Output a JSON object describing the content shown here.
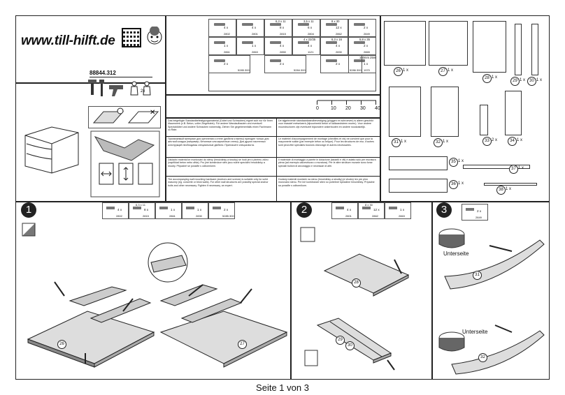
{
  "logo": {
    "text": "www.till-hilft.de"
  },
  "article_number": "88844.312",
  "hardware": [
    {
      "code": "2802",
      "qty": "4 x"
    },
    {
      "code": "2801",
      "qty": "4 x"
    },
    {
      "code": "2815",
      "qty": "8 x",
      "size": "6,3 x 11"
    },
    {
      "code": "2804",
      "qty": "6 x",
      "size": "3,5 x 11"
    },
    {
      "code": "2862",
      "qty": "12 x",
      "size": "8 x 30"
    },
    {
      "code": "2849",
      "qty": "2 x"
    },
    {
      "code": "2861",
      "qty": "1 x"
    },
    {
      "code": "2863",
      "qty": "1 x"
    },
    {
      "code": "2850",
      "qty": "4 x"
    },
    {
      "code": "1121",
      "qty": "4 x",
      "size": "4 x 22/25"
    },
    {
      "code": "2830",
      "qty": "4 x",
      "size": "6,3 x 16"
    },
    {
      "code": "2865",
      "qty": "2 x",
      "size": "5,8 x 35"
    },
    {
      "code": "1970",
      "qty": "1 x",
      "size": "160mm 25ml"
    },
    {
      "code": "5285.300",
      "qty": "2 x"
    },
    {
      "code": "5284.300",
      "qty": "2 x"
    },
    {
      "code": "5286.300",
      "qty": "2 x"
    }
  ],
  "ruler": {
    "ticks": [
      "0",
      "10",
      "20",
      "30",
      "40"
    ]
  },
  "parts": [
    {
      "num": "26",
      "qty": "1 x"
    },
    {
      "num": "27",
      "qty": "1 x"
    },
    {
      "num": "28",
      "qty": "1 x"
    },
    {
      "num": "29",
      "qty": "1 x"
    },
    {
      "num": "30",
      "qty": "1 x"
    },
    {
      "num": "31",
      "qty": "1 x"
    },
    {
      "num": "32",
      "qty": "1 x"
    },
    {
      "num": "33",
      "qty": "2 x"
    },
    {
      "num": "34",
      "qty": "1 x"
    },
    {
      "num": "35",
      "qty": "1 x"
    },
    {
      "num": "36",
      "qty": "1 x"
    },
    {
      "num": "37",
      "qty": "1 x"
    },
    {
      "num": "38",
      "qty": "1 x"
    }
  ],
  "steps": [
    {
      "num": "1"
    },
    {
      "num": "2"
    },
    {
      "num": "3"
    }
  ],
  "step1_hw": [
    {
      "code": "2802",
      "qty": "4 x"
    },
    {
      "code": "2815",
      "qty": "8 x",
      "size": "6,3 x 11"
    },
    {
      "code": "2861",
      "qty": "1 x"
    },
    {
      "code": "2830",
      "qty": "1 x"
    },
    {
      "code": "5285.300",
      "qty": "2 x"
    }
  ],
  "step2_hw": [
    {
      "code": "2801",
      "qty": "4 x"
    },
    {
      "code": "2862",
      "qty": "12 x",
      "size": "8 x 30"
    },
    {
      "code": "2863",
      "qty": "1 x"
    }
  ],
  "step3_hw": [
    {
      "code": "2849",
      "qty": "2 x"
    }
  ],
  "labels": {
    "underside_1": "Unterseite",
    "underside_2": "Unterseite"
  },
  "footer": "Seite 1 von 3"
}
